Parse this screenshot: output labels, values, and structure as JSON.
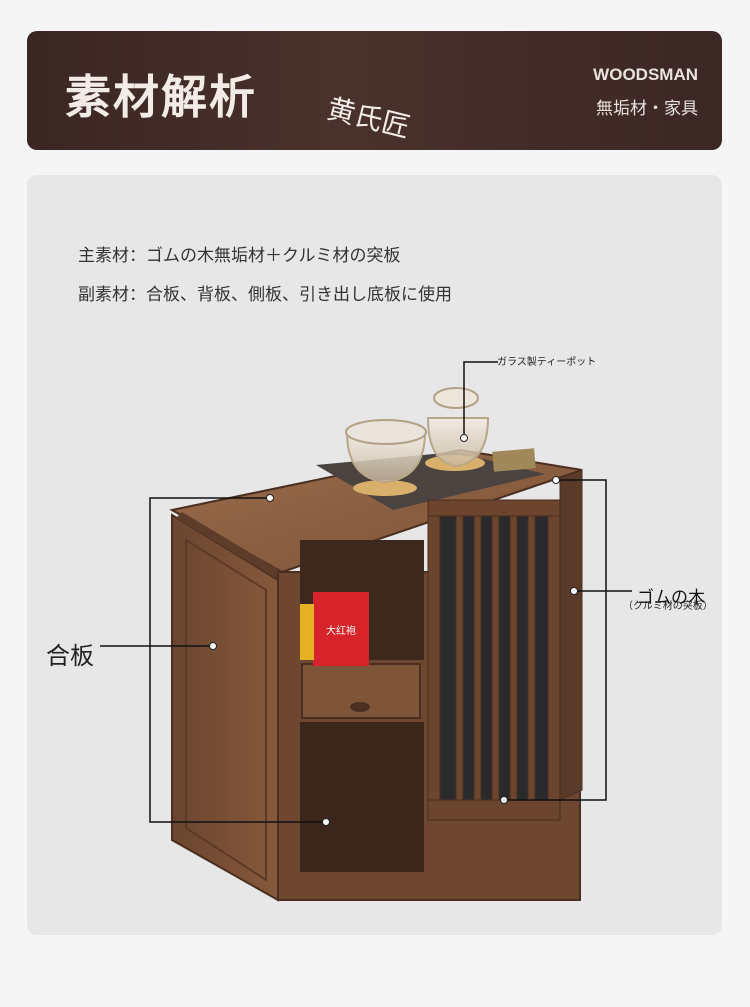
{
  "banner": {
    "title": "素材解析",
    "brand_stamp": "黄氏匠",
    "brand_en": "WOODSMAN",
    "brand_jp": "無垢材・家具"
  },
  "materials": {
    "main": "主素材：ゴムの木無垢材＋クルミ材の突板",
    "sub": "副素材：合板、背板、側板、引き出し底板に使用"
  },
  "callouts": {
    "left": "合板",
    "right_main": "ゴムの木",
    "right_sub": "（クルミ材の突板）",
    "teapot": "ガラス製ティーポット"
  },
  "tea_box_label": "大红袍",
  "colors": {
    "banner_bg": "#3f2a25",
    "wood_dark": "#5a3a28",
    "wood_mid": "#7a5237",
    "wood_light": "#9a6c4b",
    "panel_bg": "#e7e7e7"
  }
}
